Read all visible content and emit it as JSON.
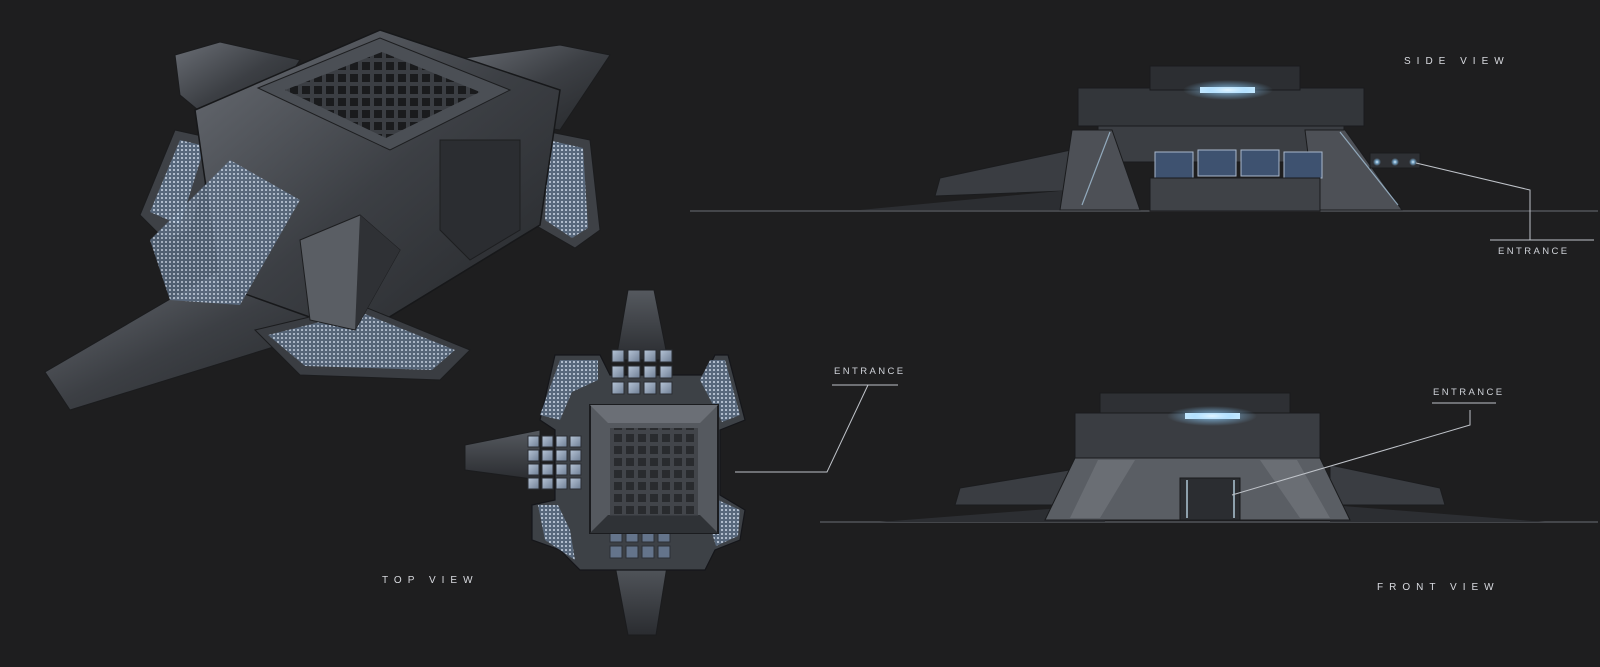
{
  "labels": {
    "side_view": "SIDE VIEW",
    "top_view": "TOP VIEW",
    "front_view": "FRONT VIEW",
    "entrance": "ENTRANCE"
  },
  "colors": {
    "background": "#1e1e1f",
    "structure_dark": "#2e3033",
    "structure_mid": "#4a4d52",
    "structure_light": "#7e838b",
    "glass_panel": "#8fa3bd",
    "light_glow": "#9fd3ff",
    "leader_line": "#bfc3c9"
  }
}
